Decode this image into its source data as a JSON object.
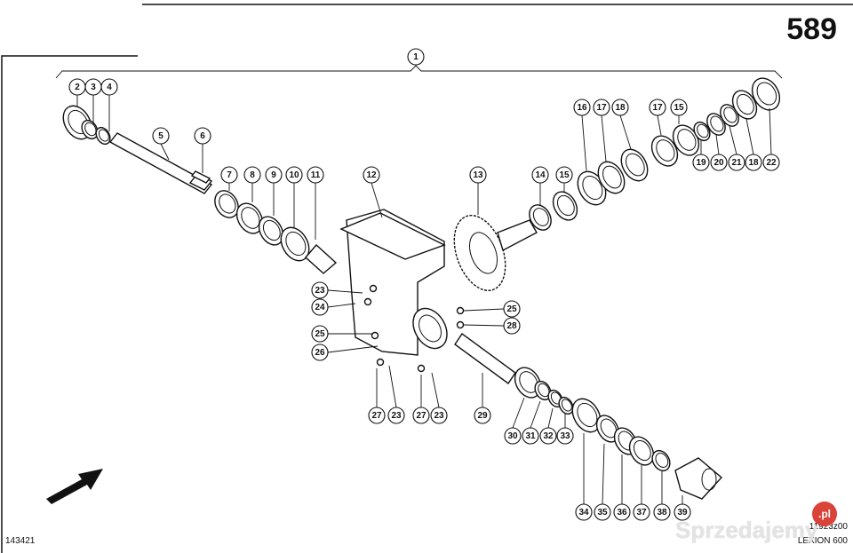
{
  "page_number": "589",
  "drawing_code": "143421",
  "reference": "11923z00",
  "model": "LEXION 600",
  "watermark": {
    "text": "Sprzedajemy",
    "badge": ".pl"
  },
  "callouts": [
    "1",
    "2",
    "3",
    "4",
    "5",
    "6",
    "7",
    "8",
    "9",
    "10",
    "11",
    "12",
    "13",
    "14",
    "15",
    "16",
    "17",
    "18",
    "17",
    "15",
    "19",
    "20",
    "21",
    "18",
    "22",
    "23",
    "24",
    "25",
    "26",
    "25",
    "28",
    "27",
    "23",
    "27",
    "23",
    "29",
    "30",
    "31",
    "32",
    "33",
    "34",
    "35",
    "36",
    "37",
    "38",
    "39"
  ]
}
